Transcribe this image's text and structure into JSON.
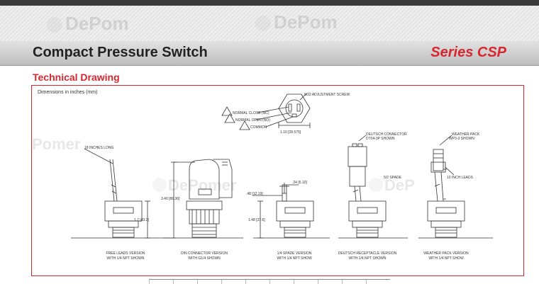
{
  "header": {
    "title": "Compact Pressure Switch",
    "series": "Series CSP"
  },
  "section": {
    "title": "Technical Drawing"
  },
  "drawing": {
    "dimension_note": "Dimensions in inches (mm)",
    "screw_label": "5/32 ADJUSTMENT SCREW",
    "terminals": [
      "NORMAL CLOSE (NC)",
      "NORMAL OPEN (NO)",
      "COMMON"
    ],
    "hex_dim": "1.10 [28.575]",
    "lead_length": "18 INCHES LONG",
    "deutsch_connector": [
      "DEUTSCH CONNECTOR",
      "DT04-3P SHOWN"
    ],
    "weather_pack": [
      "WEATHER PACK",
      "WP3-3 SHOWN"
    ],
    "leads_10in": "10 INCH LEADS",
    "din_height": "3.40 [86.36]",
    "body_height": "1.7 [43.2]",
    "spade_height": "1.48 [37.6]",
    "spade_offset": ".48 [12.19]",
    "spade_width": ".24 [6.10]",
    "spade_top_label": "5/2 SPADE",
    "version_labels": [
      [
        "FREE LEADS  VERSION",
        "WITH 1/4 NPT SHOWN"
      ],
      [
        "DIN CONNECTOR VERSION",
        "WITH G1/4 SHOWN"
      ],
      [
        "1/4 SPADE  VERSION",
        "WITH 1/4 NPT SHOW"
      ],
      [
        "DEUTSCH RECEPTACLE VERSION",
        "WITH 1/4 NPT SHOWN"
      ],
      [
        "WEATHER PACK  VERSION",
        "WITH 1/4 NPT SHOW"
      ]
    ]
  },
  "watermarks": [
    "DePom",
    "DePom",
    "Pomer",
    "DePomer",
    "DeP"
  ]
}
